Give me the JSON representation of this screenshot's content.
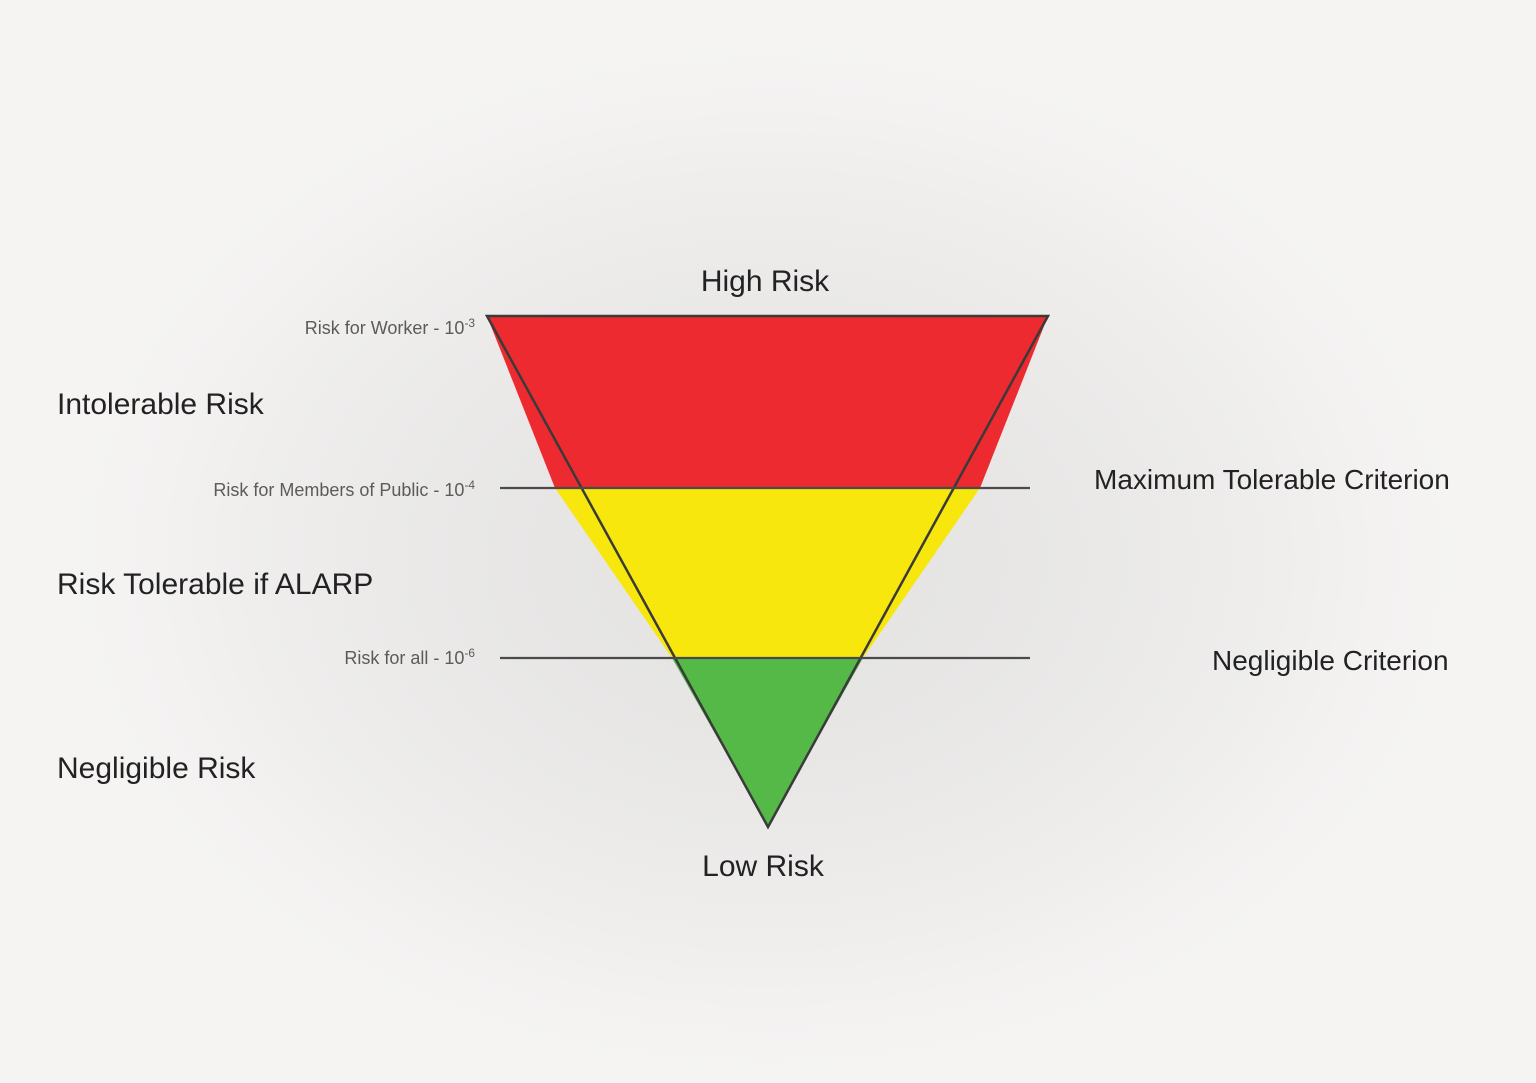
{
  "diagram": {
    "type": "inverted-triangle-risk-tolerability",
    "title_top": "High Risk",
    "title_bottom": "Low Risk",
    "background_color": "#eeedec",
    "outline_color": "#3a3a3a",
    "leader_line_color": "#4a4a4a",
    "bands": [
      {
        "id": "intolerable",
        "left_label": "Intolerable Risk",
        "color": "#ec2a2f",
        "color_name": "red"
      },
      {
        "id": "alarp",
        "left_label": "Risk Tolerable if ALARP",
        "color": "#f7e70c",
        "color_name": "yellow"
      },
      {
        "id": "negligible",
        "left_label": "Negligible Risk",
        "color": "#55b947",
        "color_name": "green"
      }
    ],
    "thresholds": [
      {
        "id": "worker",
        "left_text_prefix": "Risk for Worker - 10",
        "left_text_exponent": "-3",
        "right_label": "",
        "value": "1e-3",
        "has_leader_line": false
      },
      {
        "id": "members-of-public",
        "left_text_prefix": "Risk for Members of Public - 10",
        "left_text_exponent": "-4",
        "right_label": "Maximum Tolerable Criterion",
        "value": "1e-4",
        "has_leader_line": true
      },
      {
        "id": "all",
        "left_text_prefix": "Risk for all - 10",
        "left_text_exponent": "-6",
        "right_label": "Negligible Criterion",
        "value": "1e-6",
        "has_leader_line": true
      }
    ]
  }
}
